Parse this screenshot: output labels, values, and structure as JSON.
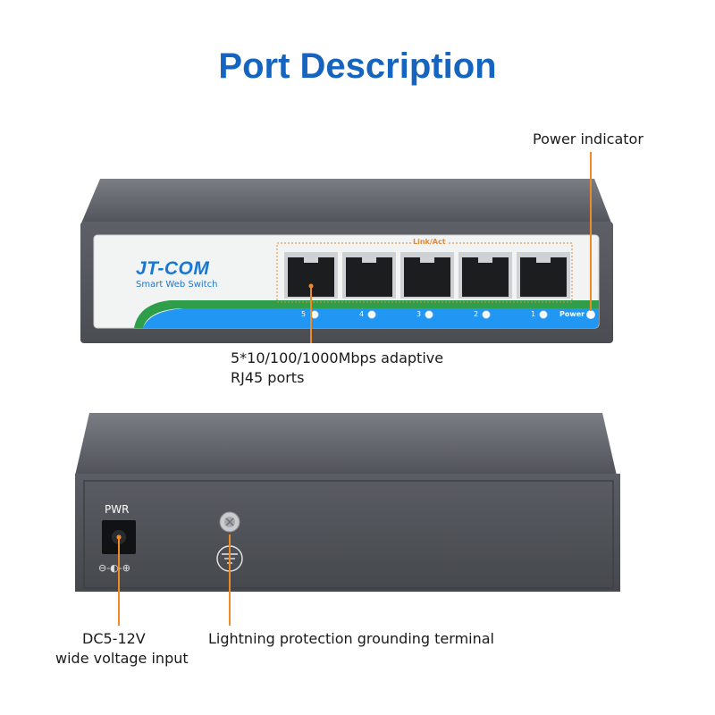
{
  "title": "Port Description",
  "front_panel": {
    "brand": "JT-COM",
    "subtitle": "Smart Web Switch",
    "link_act_label": "Link/Act",
    "port_labels": [
      "5",
      "4",
      "3",
      "2",
      "1"
    ],
    "power_label": "Power"
  },
  "rear_panel": {
    "pwr_label": "PWR",
    "polarity_symbol": "⊖-◐-⊕"
  },
  "callouts": {
    "power_indicator": "Power indicator",
    "ports_line1": "5*10/100/1000Mbps adaptive",
    "ports_line2": "RJ45 ports",
    "dc_line1": "DC5-12V",
    "dc_line2": "wide voltage input",
    "grounding": "Lightning protection grounding terminal"
  },
  "colors": {
    "title_blue": "#1565c0",
    "brand_blue": "#1976d2",
    "callout_orange": "#f08a24",
    "panel_blue": "#2196f3",
    "panel_green": "#2e9e4a",
    "body_gray": "#5a5d63"
  }
}
